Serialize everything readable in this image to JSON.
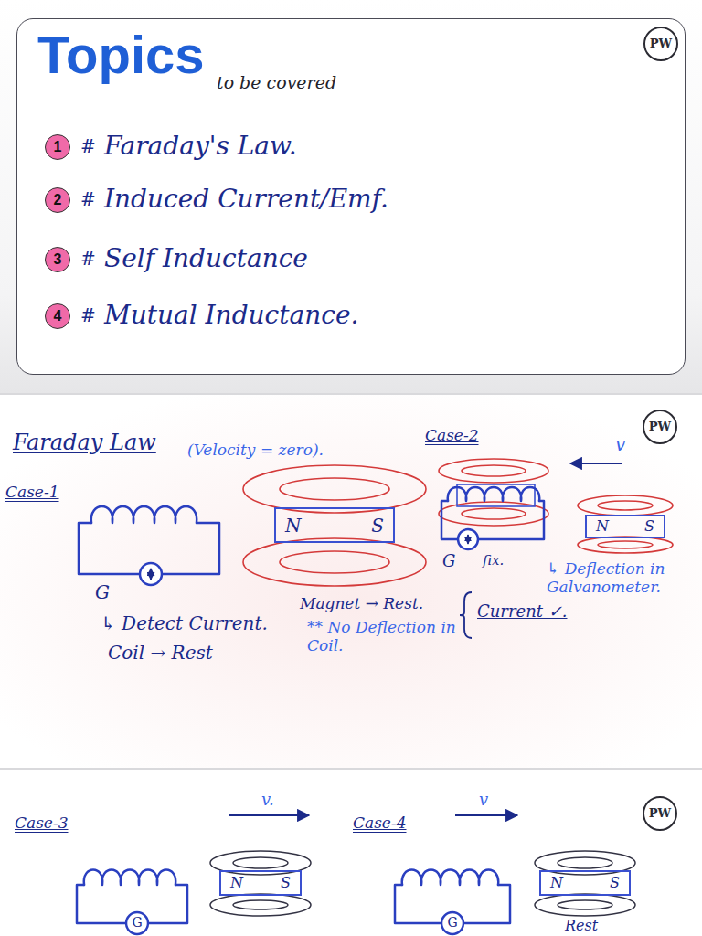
{
  "diagram": {
    "nodes": [
      {
        "text": [
          "Topics",
          "to be covered"
        ]
      },
      {
        "text": [
          "1"
        ],
        "in": 0
      },
      {
        "text": [
          "2"
        ],
        "in": 0
      },
      {
        "text": [
          "3"
        ],
        "in": 0
      },
      {
        "text": [
          "4"
        ],
        "in": 0
      },
      {
        "text": [
          "PW"
        ],
        "in": 0
      },
      {
        "text": [
          "PW"
        ]
      },
      {
        "text": [
          "N",
          "S"
        ]
      },
      {
        "text": [
          "N",
          "S"
        ]
      },
      {
        "text": [
          "PW"
        ]
      },
      {
        "text": [
          "N",
          "S"
        ]
      },
      {
        "text": [
          "N",
          "S"
        ]
      }
    ],
    "labels": [
      "#",
      "Faraday's Law.",
      "#",
      "Induced Current/Emf.",
      "#",
      "Self Inductance",
      "#",
      "Mutual Inductance.",
      "Faraday Law",
      "Case-1",
      "(Velocity = zero).",
      "G",
      "↳ Detect Current.",
      "Coil → Rest",
      "Magnet → Rest.",
      "** No Deflection in Coil.",
      "Case-2",
      "v",
      "G",
      "fix.",
      "↳ Deflection in Galvanometer.",
      "Current ✓.",
      "Case-3",
      "v.",
      "G",
      "Case-4",
      "v",
      "G",
      "Rest"
    ]
  }
}
